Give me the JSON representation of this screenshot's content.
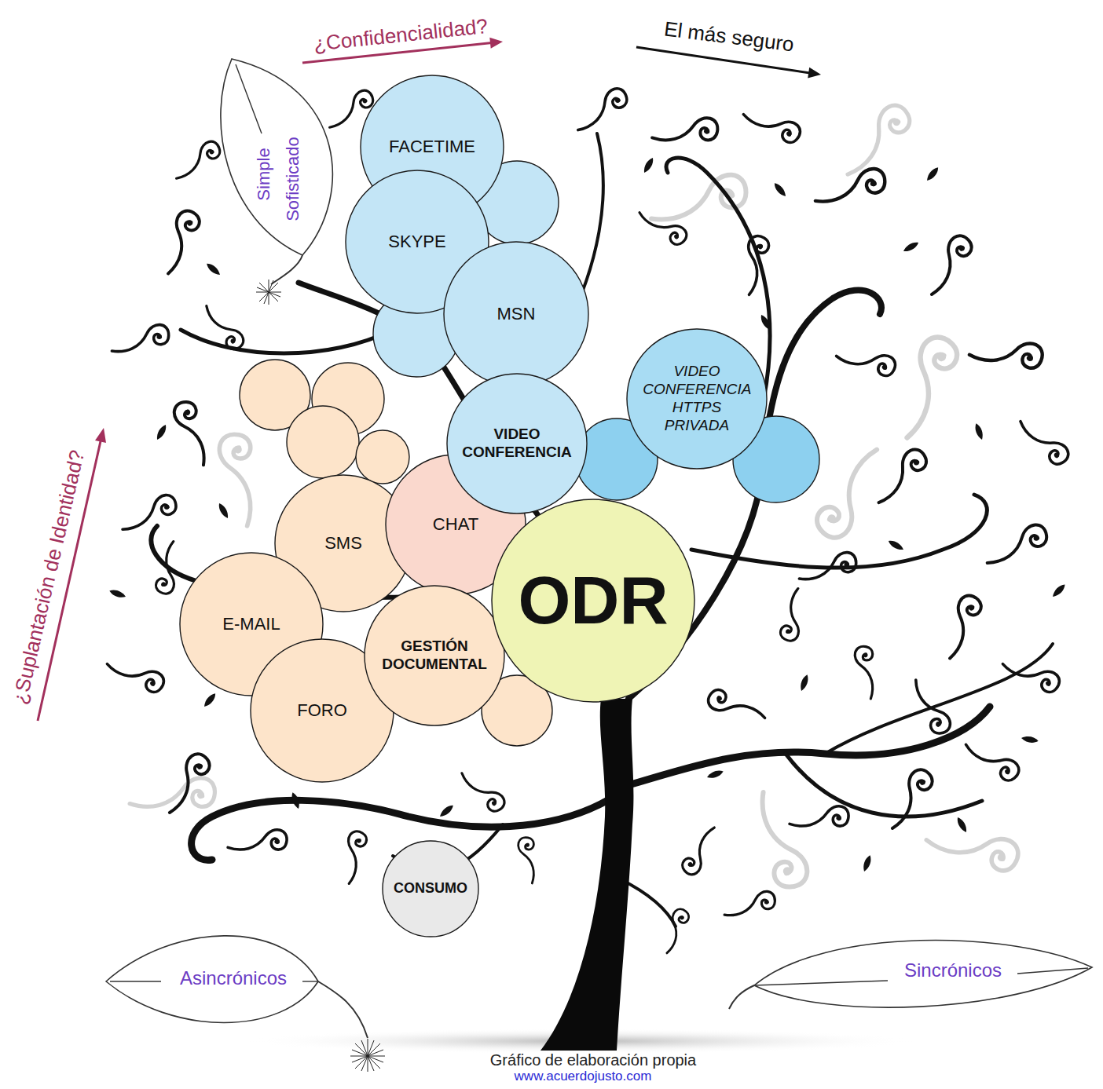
{
  "diagram": {
    "nodes": [
      {
        "text": [
          "FACETIME"
        ]
      },
      {
        "text": [
          "SKYPE"
        ]
      },
      {
        "text": [
          "MSN"
        ]
      },
      {
        "text": [
          "VIDEO CONFERENCIA"
        ]
      },
      {
        "text": [
          "VIDEO CONFERENCIA HTTPS PRIVADA"
        ]
      },
      {
        "text": [
          "SMS"
        ]
      },
      {
        "text": [
          "CHAT"
        ]
      },
      {
        "text": [
          "E-MAIL"
        ]
      },
      {
        "text": [
          "GESTIÓN DOCUMENTAL"
        ]
      },
      {
        "text": [
          "ODR"
        ]
      },
      {
        "text": [
          "FORO"
        ]
      },
      {
        "text": [
          "CONSUMO"
        ]
      }
    ],
    "labels": [
      "¿Confidencialidad?",
      "El más seguro",
      "Simple",
      "Sofisticado",
      "¿Suplantación de Identidad?",
      "Asincrónicos",
      "Sincrónicos",
      "Gráfico de elaboración propia",
      "www.acuerdojusto.com"
    ]
  }
}
